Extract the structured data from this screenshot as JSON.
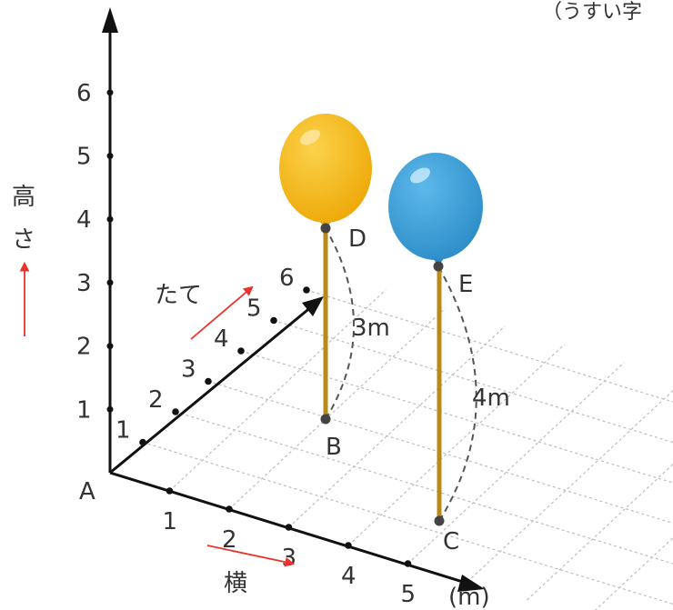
{
  "top_note": "（うすい字",
  "colors": {
    "axis": "#111111",
    "grid": "#bdbdbd",
    "pole": "#b98a1a",
    "balloon_yellow": "#f6bd16",
    "balloon_yellow_dark": "#e8a70c",
    "balloon_blue": "#3fa3dd",
    "balloon_blue_dark": "#2d8cc6",
    "arrow_red": "#e8322b",
    "text": "#333333"
  },
  "vertical_axis": {
    "name_chars": [
      "高",
      "さ"
    ],
    "ticks": [
      "1",
      "2",
      "3",
      "4",
      "5",
      "6"
    ]
  },
  "depth_axis": {
    "name": "たて",
    "ticks": [
      "1",
      "2",
      "3",
      "4",
      "5",
      "6"
    ]
  },
  "horizontal_axis": {
    "name": "横",
    "ticks": [
      "1",
      "2",
      "3",
      "4",
      "5"
    ],
    "unit": "(m)"
  },
  "origin_label": "A",
  "points": {
    "B": {
      "label": "B"
    },
    "C": {
      "label": "C"
    },
    "D": {
      "label": "D"
    },
    "E": {
      "label": "E"
    }
  },
  "measurements": {
    "BD": "3m",
    "CE": "4m"
  }
}
